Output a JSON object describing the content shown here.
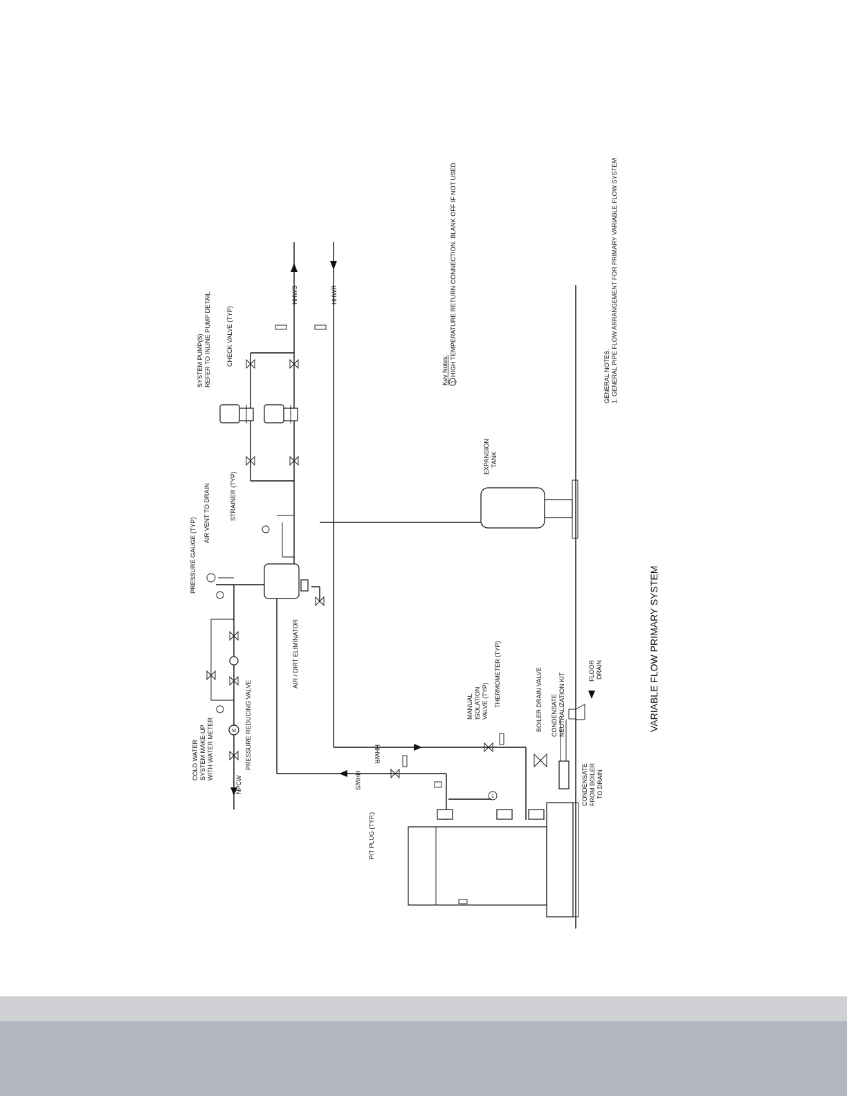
{
  "diagram": {
    "title": "VARIABLE FLOW PRIMARY SYSTEM",
    "labels": {
      "npcw": "NPCW",
      "cold_water": [
        "COLD WATER",
        "SYSTEM MAKE-UP",
        "WITH WATER METER"
      ],
      "pressure_reducing_valve": "PRESSURE REDUCING VALVE",
      "pressure_gauge": "PRESSURE GAUGE (TYP)",
      "air_vent": "AIR VENT TO DRAIN",
      "air_dirt_eliminator": "AIR / DIRT ELIMINATOR",
      "strainer": "STRAINER (TYP)",
      "system_pumps": [
        "SYSTEM PUMP(S)",
        "REFER TO INLINE PUMP DETAIL"
      ],
      "check_valve": "CHECK VALVE (TYP)",
      "hhws": "HHWS",
      "hhwr": "HHWR",
      "expansion_tank": [
        "EXPANSION",
        "TANK"
      ],
      "pt_plug": "P/T PLUG (TYP.)",
      "manual_isolation_valve": [
        "MANUAL",
        "ISOLATION",
        "VALVE (TYP)"
      ],
      "thermometer": "THERMOMETER (TYP)",
      "boiler_drain_valve": "BOILER DRAIN VALVE",
      "condensate_neutralization": [
        "CONDENSATE",
        "NEUTRALIZATION KIT"
      ],
      "floor_drain": [
        "FLOOR",
        "DRAIN"
      ],
      "condensate_from_boiler": [
        "CONDENSATE",
        "FROM BOILER",
        "TO DRAIN"
      ],
      "callout_number": "1",
      "meter_symbol": "M"
    },
    "key_notes": {
      "heading": "Key Notes:",
      "note1_number": "1",
      "note1": "HIGH TEMPERATURE RETURN CONNECTION. BLANK OFF IF NOT USED."
    },
    "general_notes": {
      "heading": "GENERAL NOTES:",
      "note1": "1. GENERAL PIPE FLOW ARRANGEMENT FOR PRIMARY VARIABLE FLOW SYSTEM"
    }
  }
}
